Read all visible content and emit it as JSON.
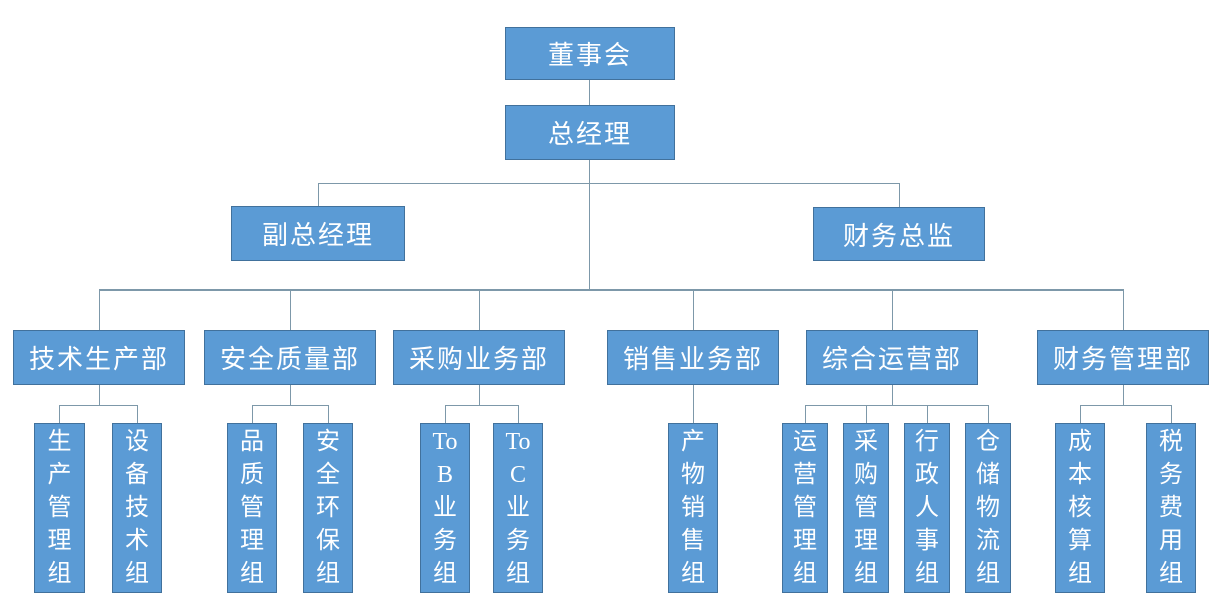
{
  "colors": {
    "node_fill": "#5b9bd5",
    "node_border": "#41719c",
    "node_text": "#ffffff",
    "connector": "#7d98a9",
    "background": "#ffffff"
  },
  "org": {
    "board": {
      "label": "董事会"
    },
    "general_manager": {
      "label": "总经理"
    },
    "deputy_general_manager": {
      "label": "副总经理"
    },
    "finance_director": {
      "label": "财务总监"
    },
    "departments": {
      "tech_production": {
        "label": "技术生产部"
      },
      "safety_quality": {
        "label": "安全质量部"
      },
      "procurement": {
        "label": "采购业务部"
      },
      "sales": {
        "label": "销售业务部"
      },
      "operations": {
        "label": "综合运营部"
      },
      "finance": {
        "label": "财务管理部"
      }
    },
    "groups": {
      "production_management": {
        "label": "生\n产\n管\n理\n组"
      },
      "equipment_technology": {
        "label": "设\n备\n技\n术\n组"
      },
      "quality_management": {
        "label": "品\n质\n管\n理\n组"
      },
      "safety_environment": {
        "label": "安\n全\n环\n保\n组"
      },
      "to_b_business": {
        "label": "To\nB\n业\n务\n组"
      },
      "to_c_business": {
        "label": "To\nC\n业\n务\n组"
      },
      "product_sales": {
        "label": "产\n物\n销\n售\n组"
      },
      "operation_management": {
        "label": "运\n营\n管\n理\n组"
      },
      "procurement_management": {
        "label": "采\n购\n管\n理\n组"
      },
      "admin_hr": {
        "label": "行\n政\n人\n事\n组"
      },
      "warehouse_logistics": {
        "label": "仓\n储\n物\n流\n组"
      },
      "cost_accounting": {
        "label": "成\n本\n核\n算\n组"
      },
      "tax_expense": {
        "label": "税\n务\n费\n用\n组"
      }
    },
    "hierarchy": {
      "董事会": [
        "总经理"
      ],
      "总经理": [
        "副总经理",
        "财务总监",
        "技术生产部",
        "安全质量部",
        "采购业务部",
        "销售业务部",
        "综合运营部",
        "财务管理部"
      ],
      "技术生产部": [
        "生产管理组",
        "设备技术组"
      ],
      "安全质量部": [
        "品质管理组",
        "安全环保组"
      ],
      "采购业务部": [
        "To B 业务组",
        "To C 业务组"
      ],
      "销售业务部": [
        "产物销售组"
      ],
      "综合运营部": [
        "运营管理组",
        "采购管理组",
        "行政人事组",
        "仓储物流组"
      ],
      "财务管理部": [
        "成本核算组",
        "税务费用组"
      ]
    }
  }
}
